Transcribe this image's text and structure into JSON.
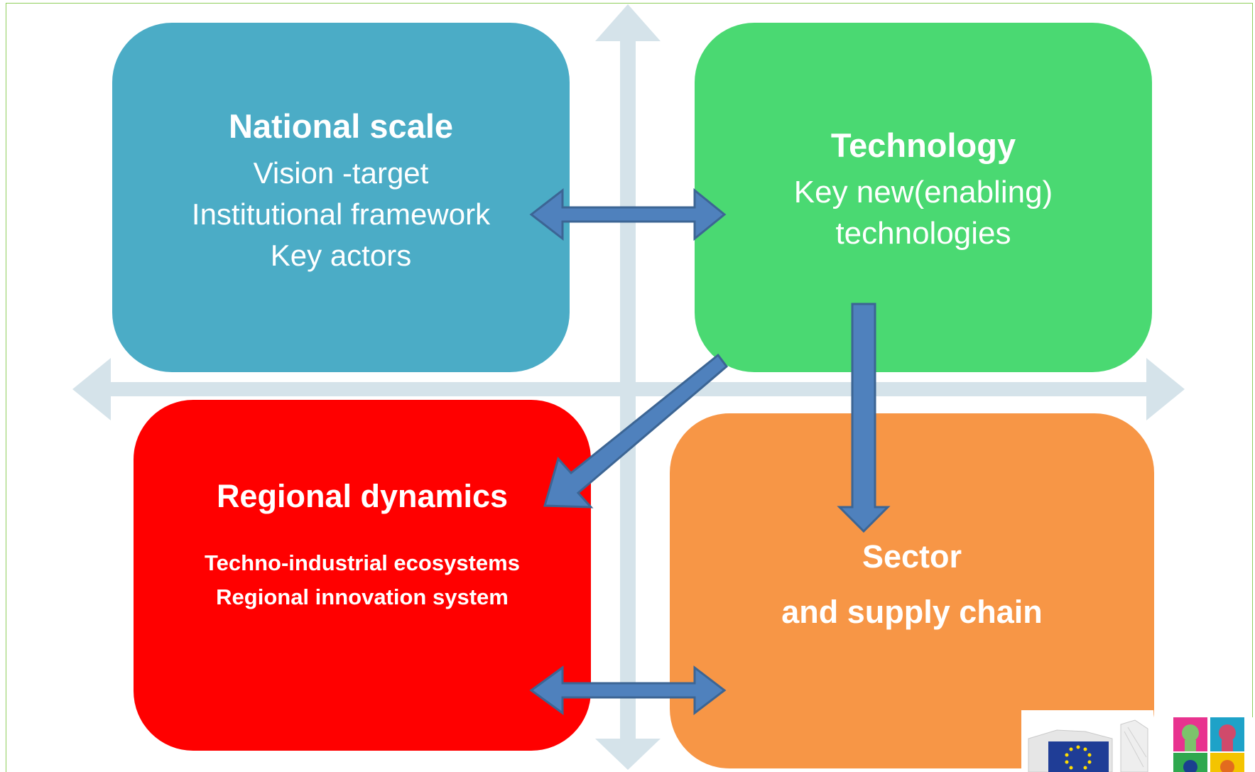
{
  "diagram": {
    "colors": {
      "national": "#4bacc6",
      "technology": "#4ad972",
      "regional": "#ff0000",
      "sector": "#f79646",
      "arrows": "#4f81bd",
      "axes": "#d5e3ea",
      "frame": "#8fce5c"
    },
    "boxes": {
      "national": {
        "title": "National scale",
        "lines": [
          "Vision -target",
          "Institutional framework",
          "Key actors"
        ]
      },
      "technology": {
        "title": "Technology",
        "lines": [
          "Key new(enabling)",
          "technologies"
        ]
      },
      "regional": {
        "title": "Regional dynamics",
        "lines": [
          "Techno-industrial ecosystems",
          "Regional innovation system"
        ]
      },
      "sector": {
        "title": "Sector",
        "line2": "and supply chain"
      }
    },
    "connections": [
      {
        "from": "national",
        "to": "technology",
        "type": "double-arrow"
      },
      {
        "from": "technology",
        "to": "regional",
        "type": "arrow"
      },
      {
        "from": "technology",
        "to": "sector",
        "type": "arrow"
      },
      {
        "from": "regional",
        "to": "sector",
        "type": "double-arrow"
      }
    ],
    "logos": [
      "european-commission-logo",
      "portrait-mosaic-logo"
    ]
  }
}
